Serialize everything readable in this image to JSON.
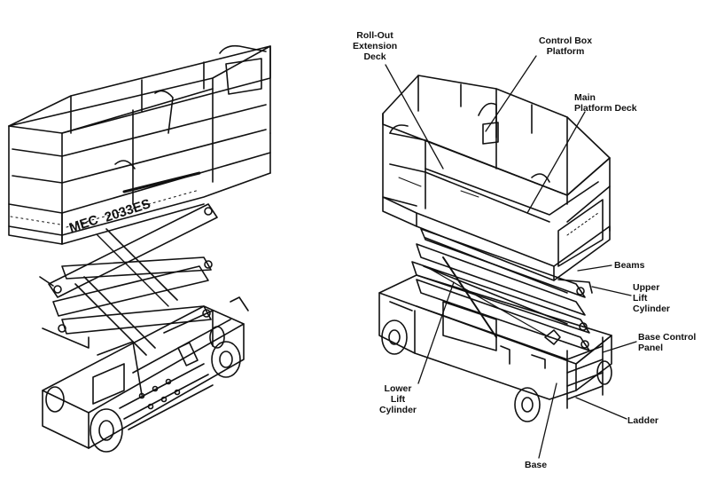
{
  "left_machine": {
    "brand_plate": "MEC",
    "model_plate": "2033ES"
  },
  "labels": {
    "roll_out_extension_deck": "Roll-Out\nExtension\nDeck",
    "control_box_platform": "Control Box\nPlatform",
    "main_platform_deck": "Main\nPlatform Deck",
    "beams": "Beams",
    "upper_lift_cylinder": "Upper\nLift\nCylinder",
    "base_control_panel": "Base Control\nPanel",
    "lower_lift_cylinder": "Lower\nLift\nCylinder",
    "ladder": "Ladder",
    "base": "Base"
  }
}
